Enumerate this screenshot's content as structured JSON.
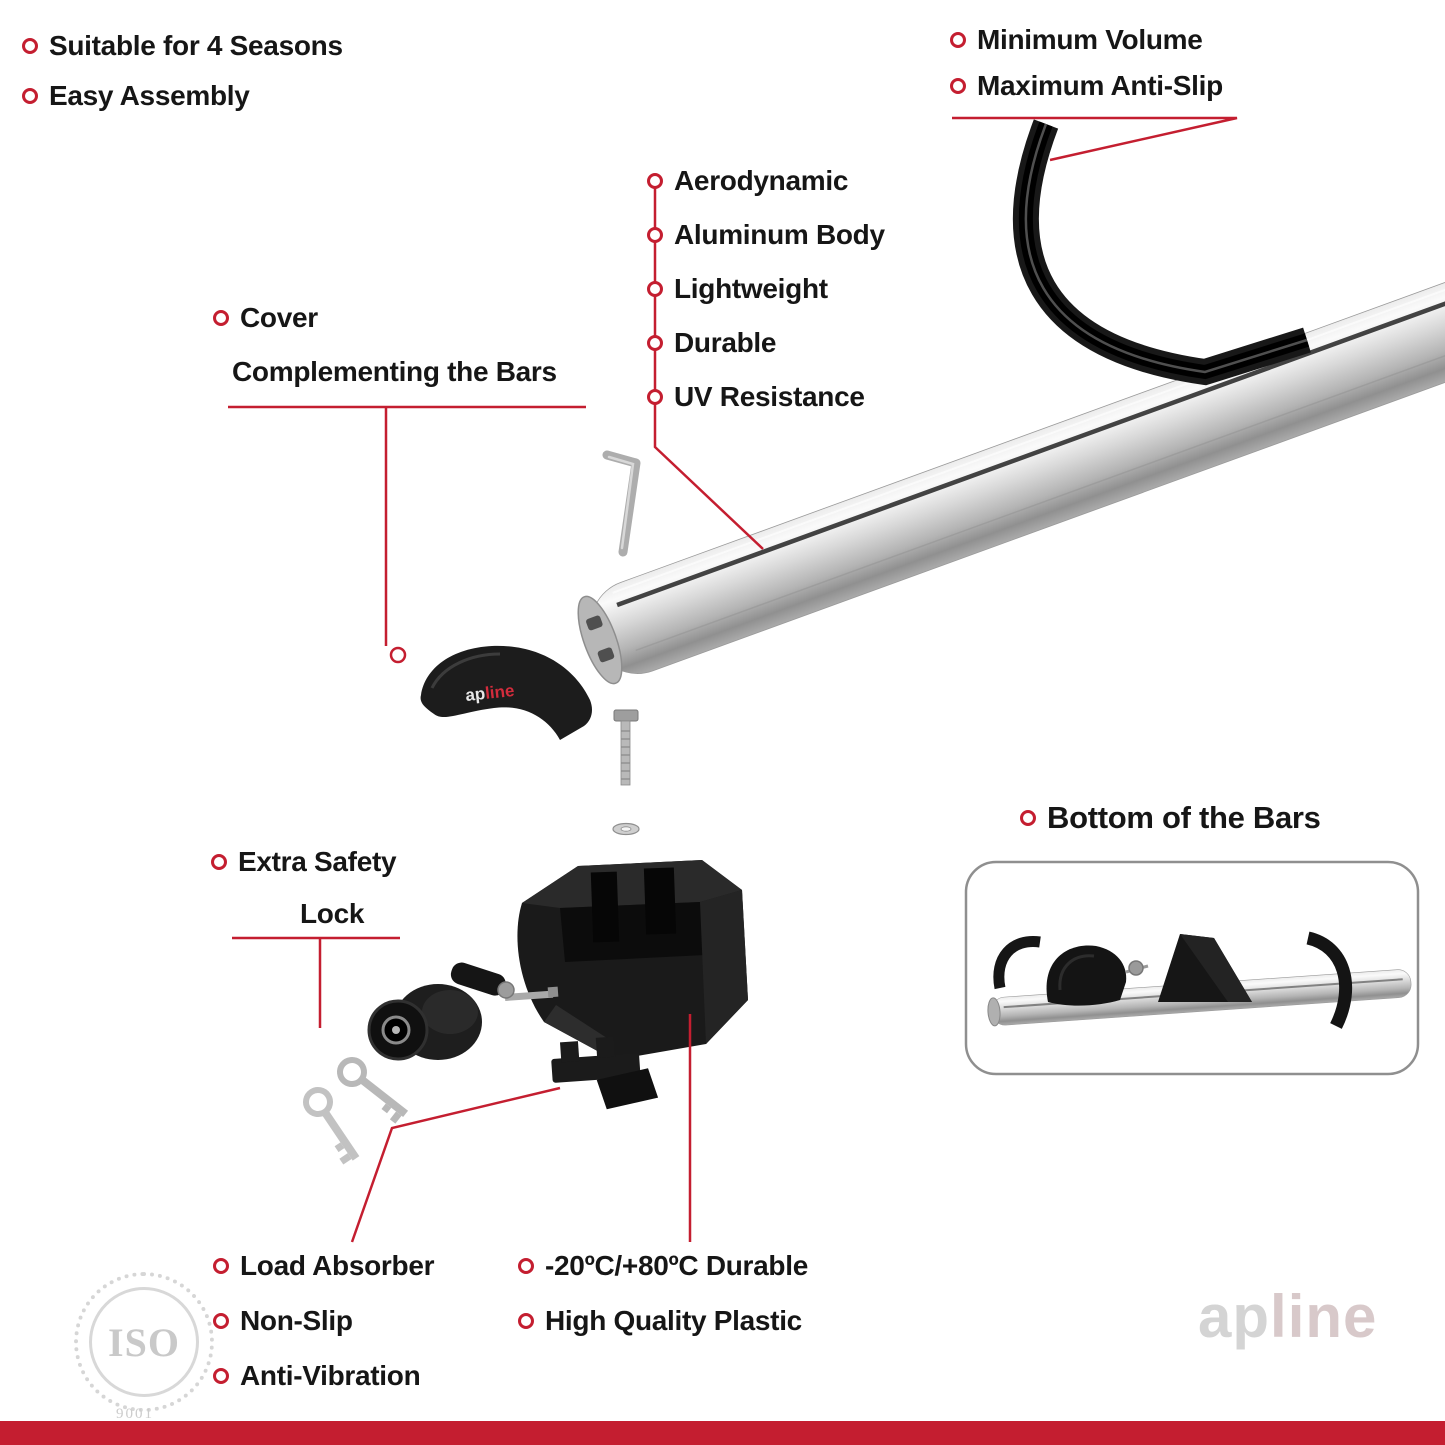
{
  "colors": {
    "accent_red": "#c41e30",
    "text": "#161616",
    "aluminum": "#c9c9c9",
    "plastic_black": "#1a1a1a"
  },
  "top_left": {
    "items": [
      "Suitable for 4 Seasons",
      "Easy Assembly"
    ]
  },
  "top_right": {
    "items": [
      "Minimum Volume",
      "Maximum Anti-Slip"
    ]
  },
  "features": {
    "items": [
      "Aerodynamic",
      "Aluminum Body",
      "Lightweight",
      "Durable",
      "UV Resistance"
    ]
  },
  "cover_callout": {
    "title": "Cover",
    "subtitle": "Complementing the Bars"
  },
  "lock_callout": {
    "title": "Extra Safety",
    "subtitle": "Lock"
  },
  "inset": {
    "title": "Bottom of the Bars"
  },
  "bottom_left": {
    "items": [
      "Load Absorber",
      "Non-Slip",
      "Anti-Vibration"
    ]
  },
  "bottom_specs": {
    "items": [
      "-20ºC/+80ºC Durable",
      "High Quality Plastic"
    ]
  },
  "cover_logo": {
    "part1": "ap",
    "part2": "line"
  },
  "brand": {
    "part1": "ap",
    "part2": "line"
  },
  "iso_stamp": {
    "title": "ISO",
    "number": "9001"
  }
}
